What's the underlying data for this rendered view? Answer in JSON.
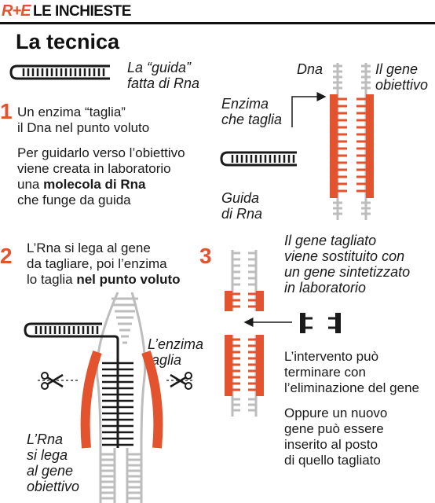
{
  "masthead": {
    "brand": "R+E",
    "title": "LE INCHIESTE"
  },
  "title": "La tecnica",
  "colors": {
    "accent": "#e3532d",
    "strand": "#bdbdbd",
    "ink": "#1a1a1a"
  },
  "legend": {
    "guide_caption": [
      "La “guida”",
      "fatta di Rna"
    ]
  },
  "step1": {
    "number": "1",
    "lines_a": [
      "Un enzima “taglia”",
      "il Dna nel punto voluto"
    ],
    "lines_b": [
      "Per guidarlo verso l’obiettivo",
      "viene creata in laboratorio",
      "una "
    ],
    "bold_b": "molecola di Rna",
    "lines_b_end": [
      "che funge da guida"
    ],
    "labels": {
      "dna": "Dna",
      "gene": [
        "Il gene",
        "obiettivo"
      ],
      "enzyme": [
        "Enzima",
        "che taglia"
      ],
      "guide": [
        "Guida",
        "di Rna"
      ]
    }
  },
  "step2": {
    "number": "2",
    "lines": [
      "L’Rna si lega al gene",
      "da tagliare, poi l’enzima",
      "lo taglia "
    ],
    "bold": "nel punto voluto",
    "labels": {
      "enzyme": [
        "L’enzima",
        "taglia"
      ],
      "rna": [
        "L’Rna",
        "si lega",
        "al gene",
        "obiettivo"
      ]
    }
  },
  "step3": {
    "number": "3",
    "caption": [
      "Il gene tagliato",
      "viene sostituito con",
      "un gene sintetizzato",
      "in laboratorio"
    ],
    "lines_a": [
      "L’intervento può",
      "terminare con",
      "l’eliminazione del gene"
    ],
    "lines_b": [
      "Oppure un nuovo",
      "gene può essere",
      "inserito al posto",
      "di quello tagliato"
    ]
  }
}
